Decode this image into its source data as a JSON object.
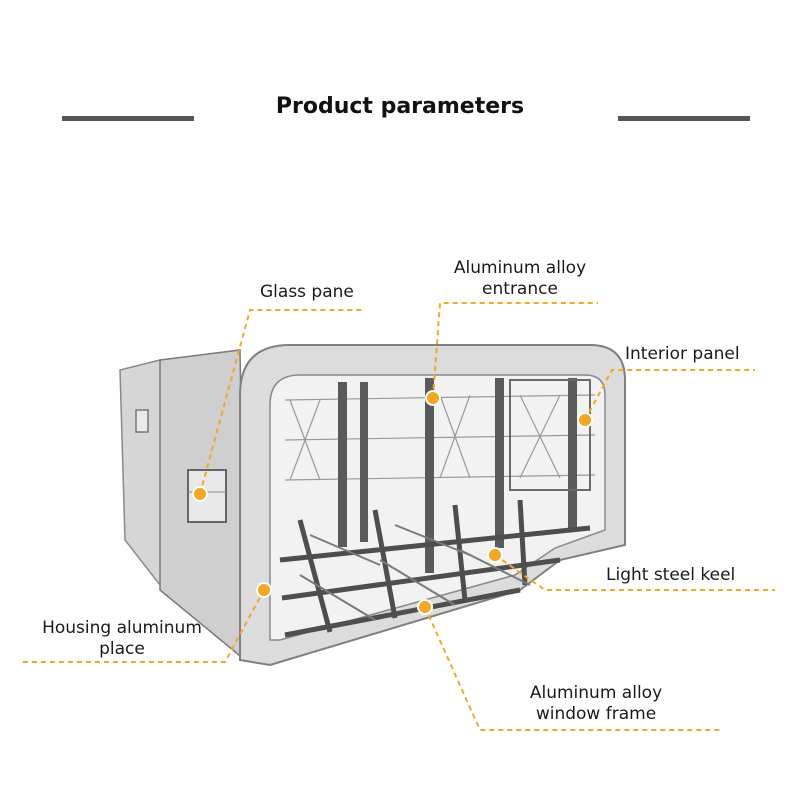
{
  "title": "Product parameters",
  "labels": {
    "glass_pane": "Glass pane",
    "entrance_line1": "Aluminum alloy",
    "entrance_line2": "entrance",
    "interior_panel": "Interior panel",
    "steel_keel": "Light steel keel",
    "housing_line1": "Housing aluminum",
    "housing_line2": "place",
    "window_line1": "Aluminum alloy",
    "window_line2": "window frame"
  },
  "colors": {
    "accent": "#f5a623",
    "shell": "#d9d9d9",
    "frame": "#5a5a5a",
    "rule": "#555555"
  }
}
